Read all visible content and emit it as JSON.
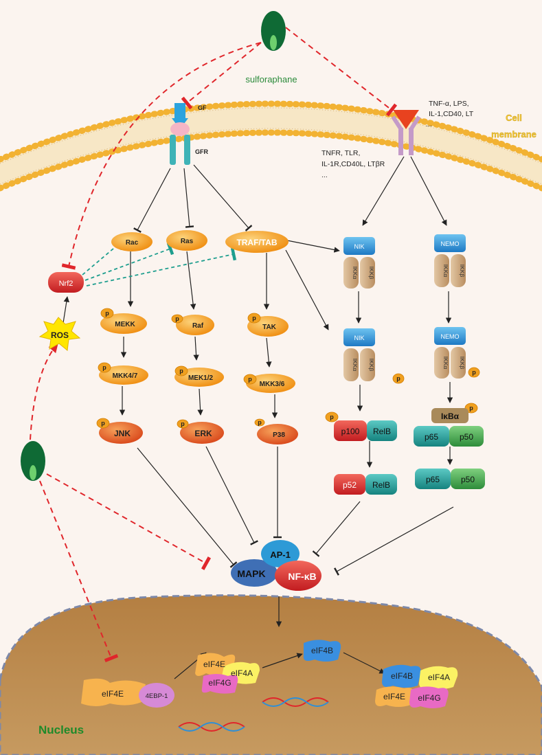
{
  "labels": {
    "sulforaphane": "sulforaphane",
    "gf": "GF",
    "gfr": "GFR",
    "ligands": [
      "TNF-α, LPS,",
      "IL-1,CD40, LT",
      "..."
    ],
    "receptors": [
      "TNFR, TLR,",
      "IL-1R,CD40L, LTβR",
      "..."
    ],
    "cell_membrane": [
      "Cell",
      "membrane"
    ],
    "nucleus": "Nucleus",
    "nrf2": "Nrf2",
    "ros": "ROS",
    "p": "p"
  },
  "mapk": {
    "rac": "Rac",
    "ras": "Ras",
    "traf_tab": "TRAF/TAB",
    "mekk": "MEKK",
    "raf": "Raf",
    "tak": "TAK",
    "mkk47": "MKK4/7",
    "mek12": "MEK1/2",
    "mkk36": "MKK3/6",
    "jnk": "JNK",
    "erk": "ERK",
    "p38": "P38"
  },
  "nfkb": {
    "nik": "NIK",
    "nemo": "NEMO",
    "ikka": "IKKα",
    "ikkb": "IKKβ",
    "p100": "p100",
    "relb": "RelB",
    "p52": "p52",
    "ikba": "IκBα",
    "p65": "p65",
    "p50": "p50"
  },
  "hub": {
    "ap1": "AP-1",
    "mapk": "MAPK",
    "nfkb": "NF-κB"
  },
  "translation": {
    "eif4e": "eIF4E",
    "ebp1": "4EBP-1",
    "eif4a": "eIF4A",
    "eif4g": "eIF4G",
    "eif4b": "eIF4B"
  },
  "colors": {
    "orange": "#f39c12",
    "dark_orange": "#e8651c",
    "red": "#e0262b",
    "blue": "#2e8fd6",
    "tan": "#c9a27a",
    "teal": "#1e9e9e",
    "green": "#3aa64a",
    "nucleus": "#b8864a",
    "inhibit_red": "#e0262b",
    "inhibit_teal": "#1e9e8e"
  }
}
